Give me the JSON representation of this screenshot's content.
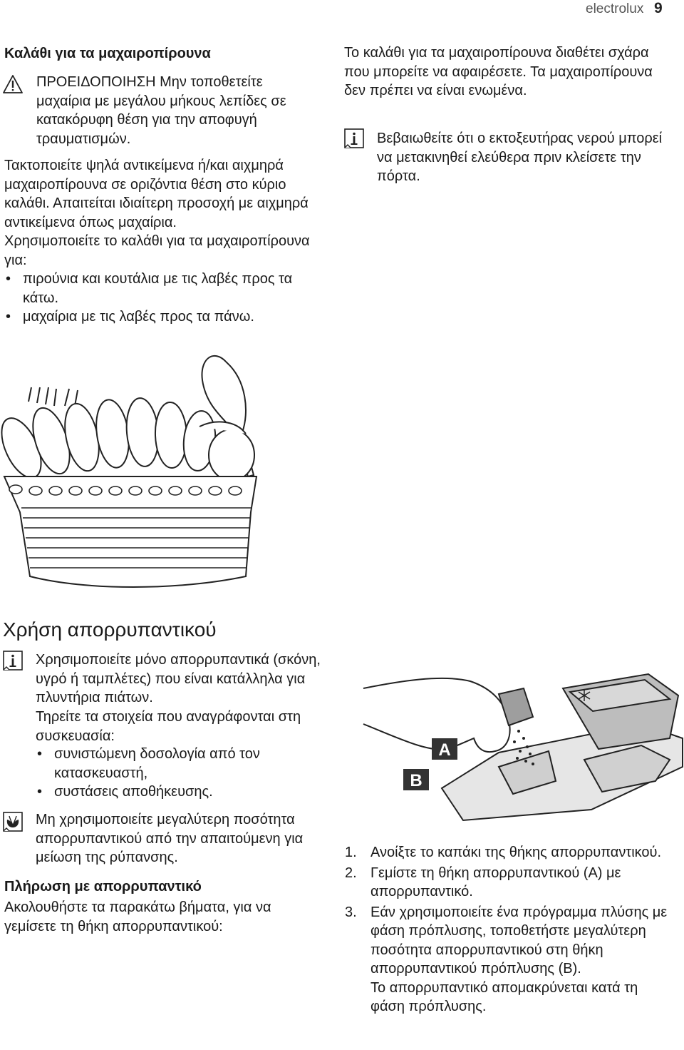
{
  "header": {
    "brand": "electrolux",
    "page_number": "9"
  },
  "cutlery": {
    "heading": "Καλάθι για τα μαχαιροπίρουνα",
    "warning_label": "ΠΡΟΕΙΔΟΠΟΙΗΣΗ",
    "warning_text": " Μην τοποθετείτε μαχαίρια με μεγάλου μήκους λεπίδες σε κατακόρυφη θέση για την αποφυγή τραυματισμών.",
    "para1": "Τακτοποιείτε ψηλά αντικείμενα ή/και αιχμηρά μαχαιροπίρουνα σε οριζόντια θέση στο κύριο καλάθι. Απαιτείται ιδιαίτερη προσοχή με αιχμηρά αντικείμενα όπως μαχαίρια.",
    "para2": "Χρησιμοποιείτε το καλάθι για τα μαχαιροπίρουνα για:",
    "bullets": [
      "πιρούνια και κουτάλια με τις λαβές προς τα κάτω.",
      "μαχαίρια με τις λαβές προς τα πάνω."
    ],
    "right_para": "Το καλάθι για τα μαχαιροπίρουνα διαθέτει σχάρα που μπορείτε να αφαιρέσετε. Τα μαχαιροπίρουνα δεν πρέπει να είναι ενωμένα.",
    "info_text": "Βεβαιωθείτε ότι ο εκτοξευτήρας νερού μπορεί να μετακινηθεί ελεύθερα πριν κλείσετε την πόρτα."
  },
  "detergent": {
    "heading": "Χρήση απορρυπαντικού",
    "info_text": "Χρησιμοποιείτε μόνο απορρυπαντικά (σκόνη, υγρό ή ταμπλέτες) που είναι κατάλληλα για πλυντήρια πιάτων.",
    "observe_text": "Τηρείτε τα στοιχεία που αναγράφονται στη συσκευασία:",
    "bullets": [
      "συνιστώμενη δοσολογία από τον κατασκευαστή,",
      "συστάσεις αποθήκευσης."
    ],
    "env_text": "Μη χρησιμοποιείτε μεγαλύτερη ποσότητα απορρυπαντικού από την απαιτούμενη για μείωση της ρύπανσης.",
    "fill_heading": "Πλήρωση με απορρυπαντικό",
    "fill_text": "Ακολουθήστε τα παρακάτω βήματα, για να γεμίσετε τη θήκη απορρυπαντικού:",
    "label_a": "A",
    "label_b": "B",
    "steps": [
      {
        "n": "1.",
        "text": "Ανοίξτε το καπάκι της θήκης απορρυπαντικού."
      },
      {
        "n": "2.",
        "text": "Γεμίστε τη θήκη απορρυπαντικού (A) με απορρυπαντικό."
      },
      {
        "n": "3.",
        "text": "Εάν χρησιμοποιείτε ένα πρόγραμμα πλύσης με φάση πρόπλυσης, τοποθετήστε μεγαλύτερη ποσότητα απορρυπαντικού στη θήκη απορρυπαντικού πρόπλυσης (B).",
        "extra": "Το απορρυπαντικό απομακρύνεται κατά τη φάση πρόπλυσης."
      }
    ]
  },
  "icons": [
    "warning-icon",
    "info-icon",
    "environment-icon"
  ]
}
